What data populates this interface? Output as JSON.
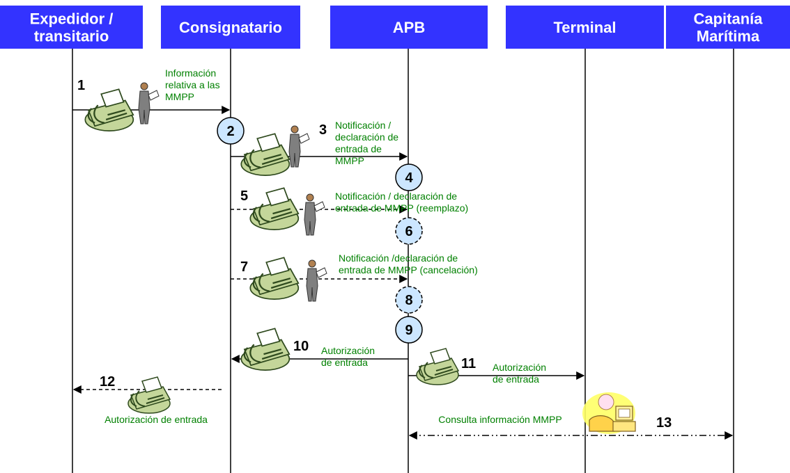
{
  "colors": {
    "header_fill": "#3333ff",
    "header_text": "#ffffff",
    "lifeline": "#000000",
    "label_green": "#008000",
    "step_circle_fill": "#cce6ff",
    "fax_body": "#c4d69a",
    "fax_dark": "#2f4a1e",
    "person_gray": "#7f7f7f",
    "terminal_screen": "#ffff66"
  },
  "actors": [
    {
      "id": "expedidor",
      "lines": [
        "Expedidor /",
        "transitario"
      ]
    },
    {
      "id": "consignatario",
      "lines": [
        "Consignatario"
      ]
    },
    {
      "id": "apb",
      "lines": [
        "APB"
      ]
    },
    {
      "id": "terminal",
      "lines": [
        "Terminal"
      ]
    },
    {
      "id": "capitania",
      "lines": [
        "Capitanía",
        "Marítima"
      ]
    }
  ],
  "steps": [
    {
      "num": "1",
      "label_lines": [
        "Información",
        "relativa a las",
        "MMPP"
      ]
    },
    {
      "num": "2",
      "label_lines": []
    },
    {
      "num": "3",
      "label_lines": [
        "Notificación /",
        "declaración de",
        "entrada de",
        "MMPP"
      ]
    },
    {
      "num": "4",
      "label_lines": []
    },
    {
      "num": "5",
      "label_lines": [
        "Notificación / declaración de",
        "entrada de MMPP (reemplazo)"
      ]
    },
    {
      "num": "6",
      "label_lines": []
    },
    {
      "num": "7",
      "label_lines": [
        "Notificación /declaración de",
        "entrada de MMPP (cancelación)"
      ]
    },
    {
      "num": "8",
      "label_lines": []
    },
    {
      "num": "9",
      "label_lines": []
    },
    {
      "num": "10",
      "label_lines": [
        "Autorización",
        "de entrada"
      ]
    },
    {
      "num": "11",
      "label_lines": [
        "Autorización",
        "de entrada"
      ]
    },
    {
      "num": "12",
      "label_lines": [
        "Autorización de entrada"
      ]
    },
    {
      "num": "13",
      "label_lines": [
        "Consulta información MMPP"
      ]
    }
  ]
}
